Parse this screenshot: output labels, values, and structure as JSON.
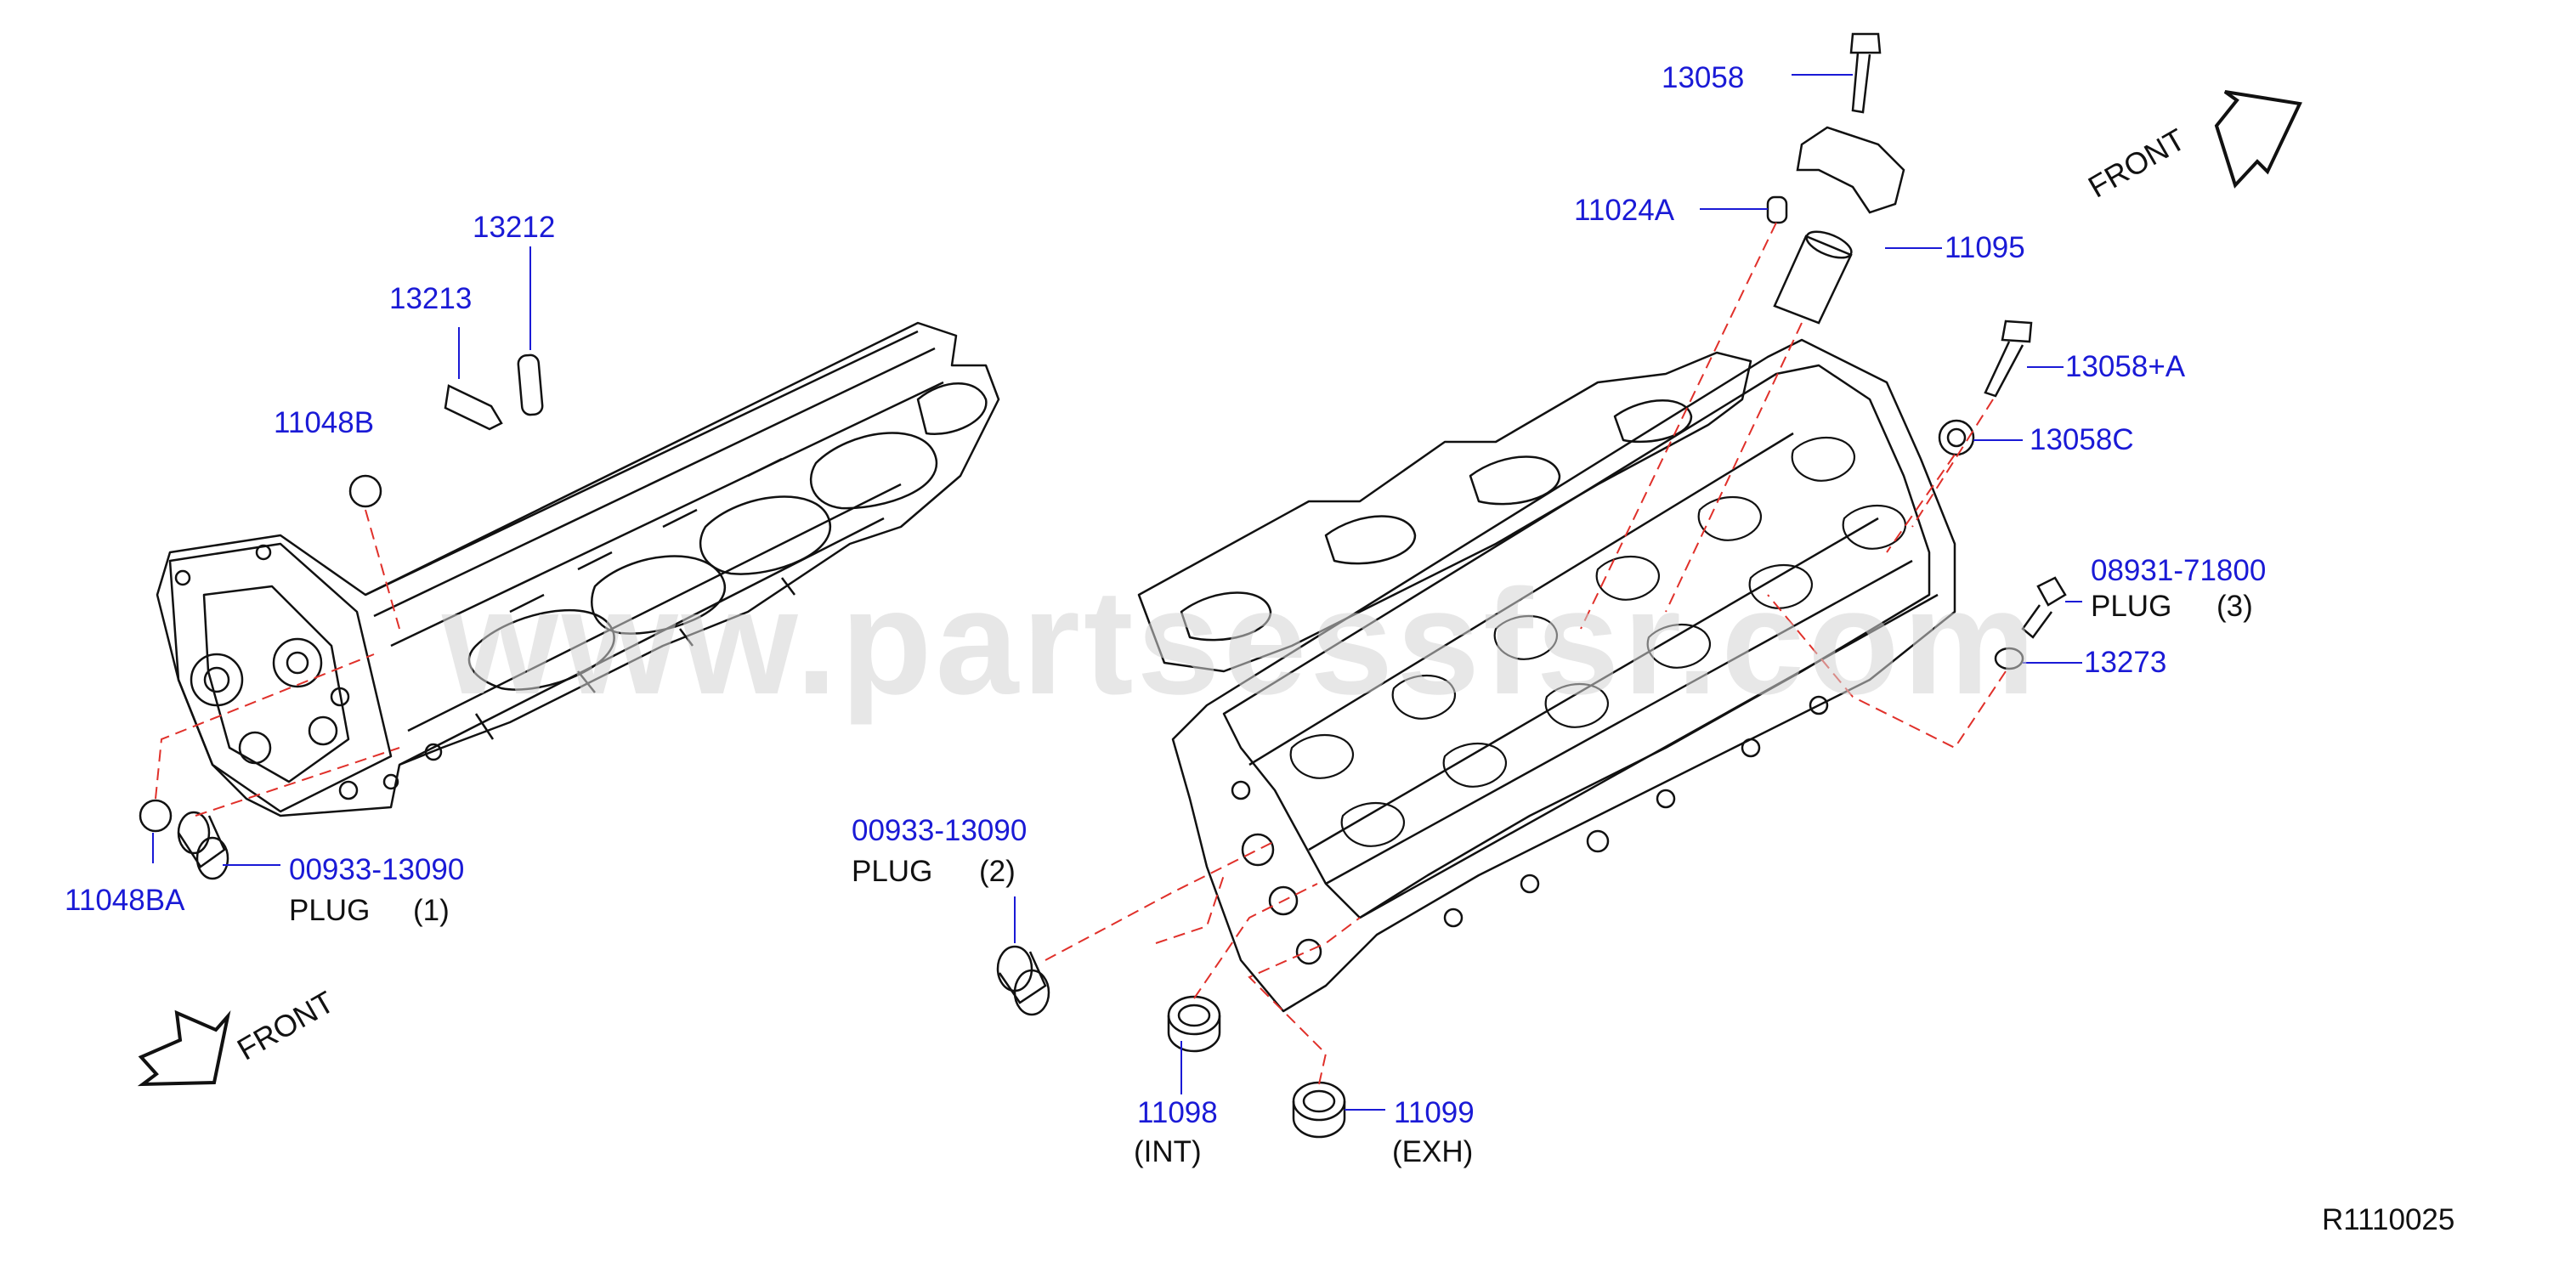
{
  "watermark": "www.partsessfsr.com",
  "diagram_ref": "R1110025",
  "front_label": "FRONT",
  "callouts": {
    "c13058": "13058",
    "c11024A": "11024A",
    "c11095": "11095",
    "c13058A": "13058+A",
    "c13058C": "13058C",
    "c08931": "08931-71800",
    "plug3": "PLUG",
    "plug3_idx": "(3)",
    "c13273": "13273",
    "c13212": "13212",
    "c13213": "13213",
    "c11048B": "11048B",
    "c11048BA": "11048BA",
    "c00933_1": "00933-13090",
    "plug1": "PLUG",
    "plug1_idx": "(1)",
    "c00933_2": "00933-13090",
    "plug2": "PLUG",
    "plug2_idx": "(2)",
    "c11098": "11098",
    "int": "(INT)",
    "c11099": "11099",
    "exh": "(EXH)"
  },
  "colors": {
    "part_number": "#1a1ad6",
    "leader_dashed": "#e0302a",
    "drawing_line": "#111111"
  }
}
